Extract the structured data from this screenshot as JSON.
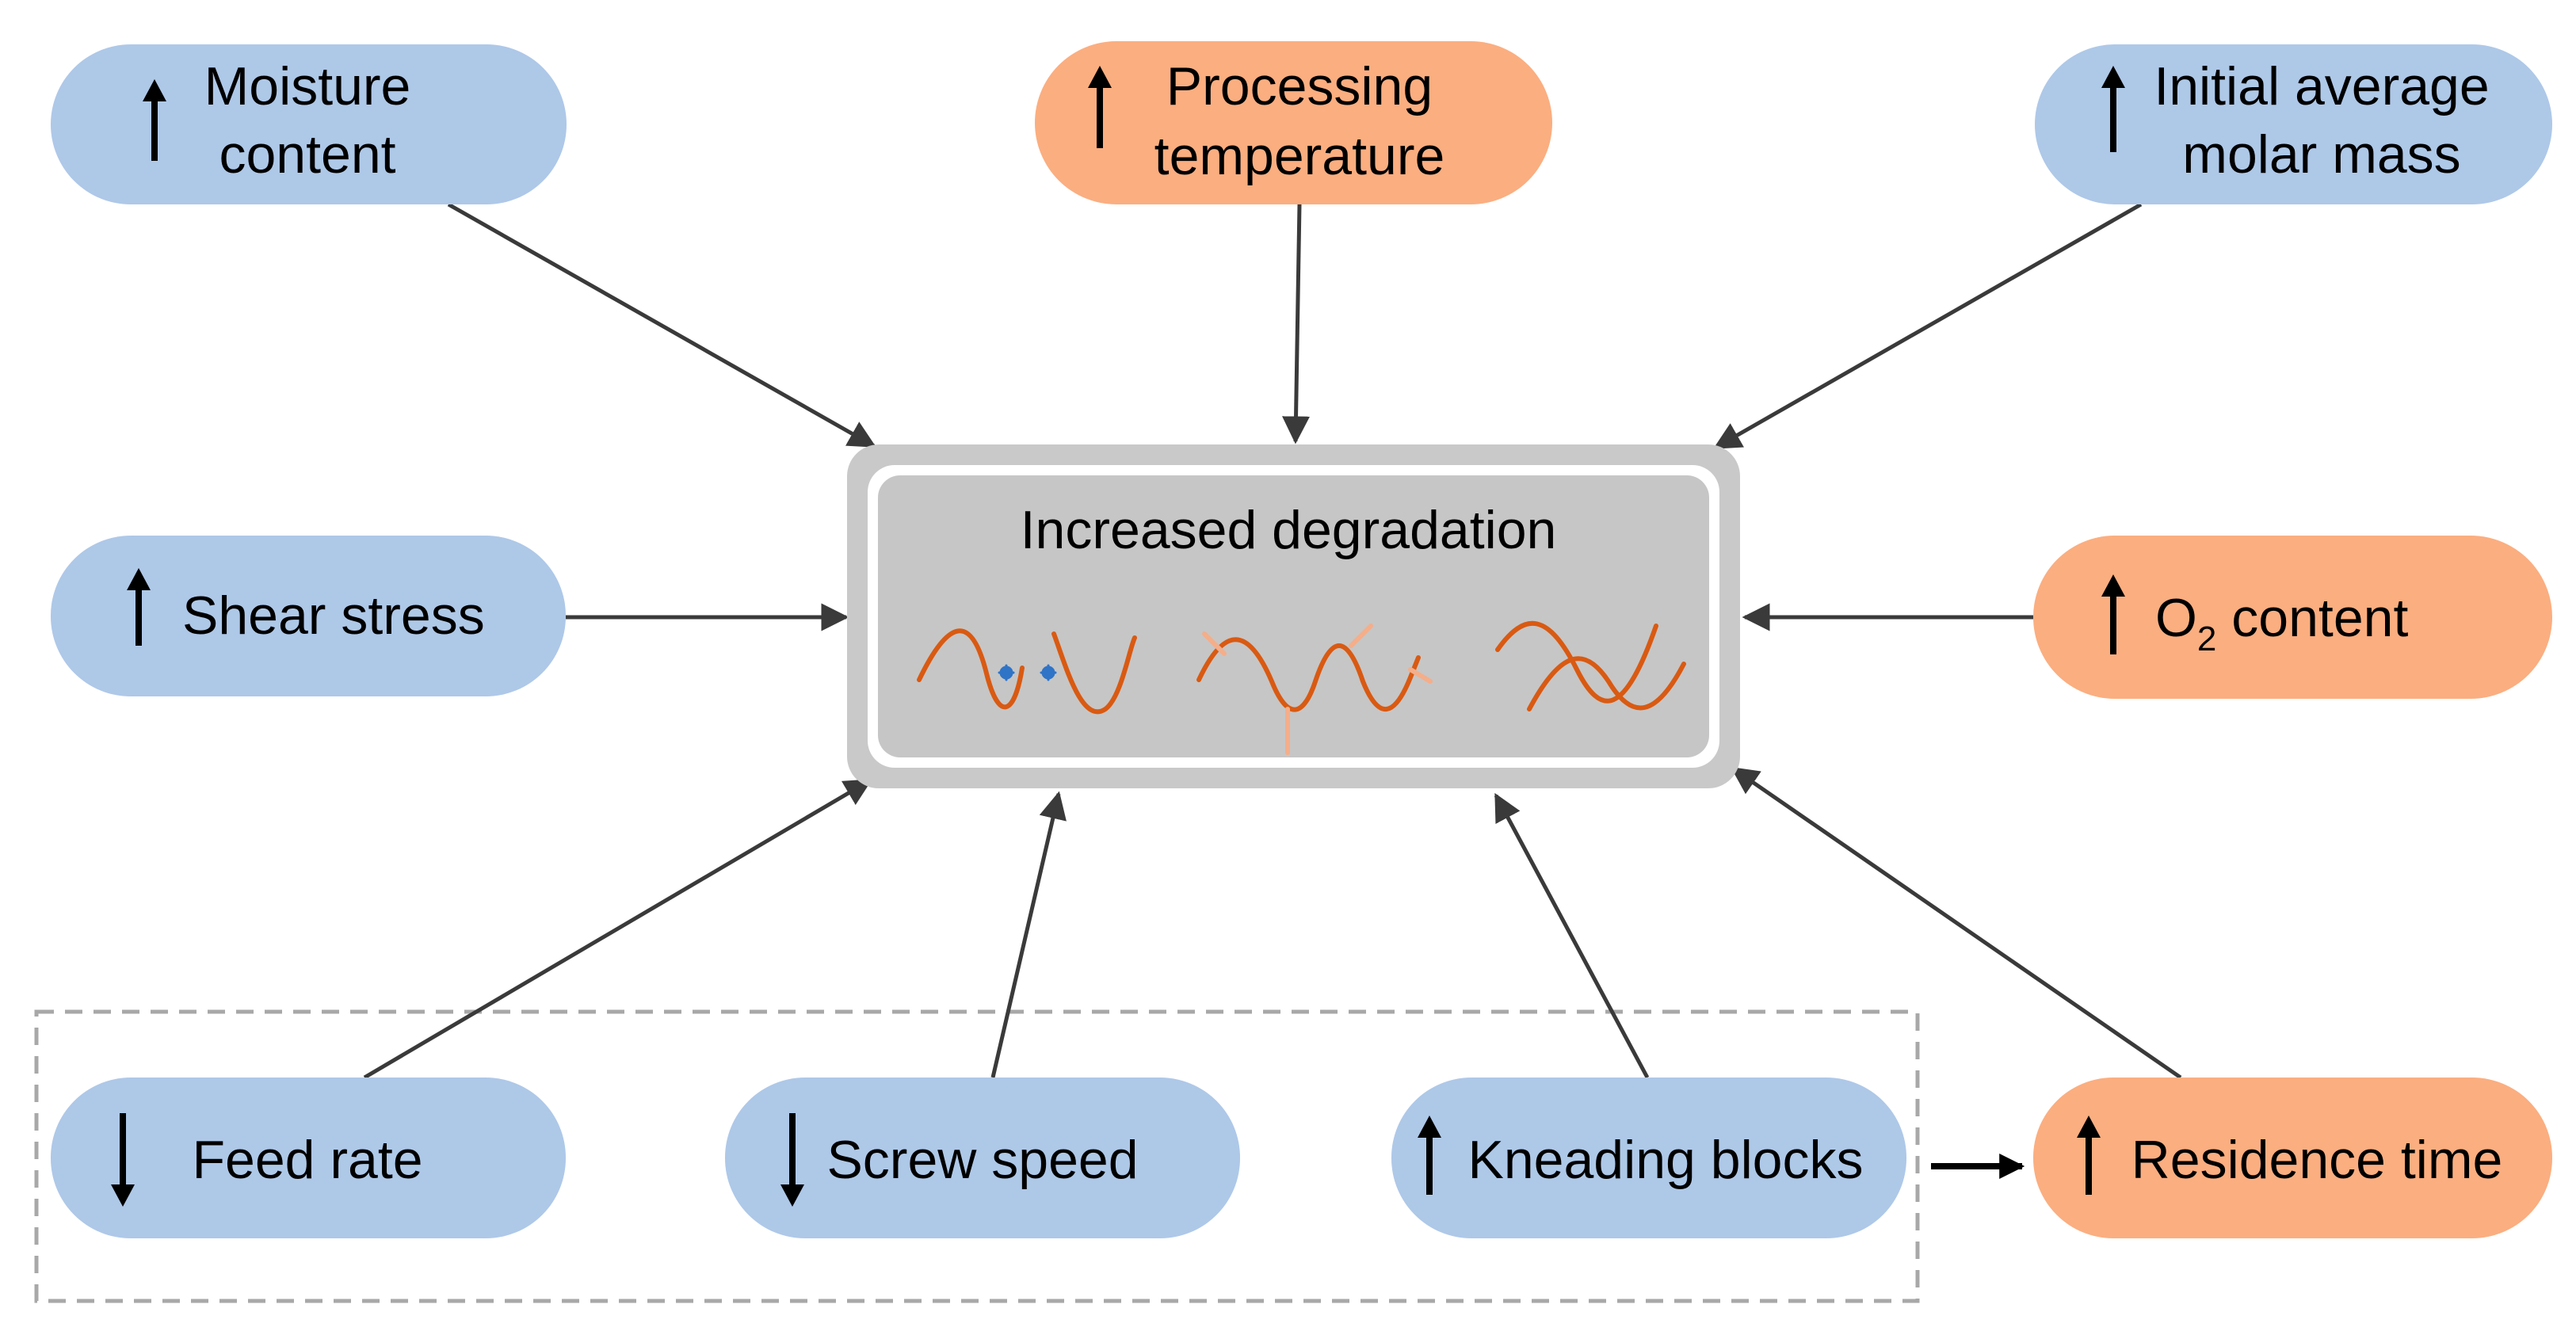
{
  "diagram": {
    "center": {
      "title": "Increased degradation"
    },
    "factors": [
      {
        "id": "moisture",
        "line1": "Moisture",
        "line2": "content",
        "direction": "up",
        "category": "blue"
      },
      {
        "id": "processing-temperature",
        "line1": "Processing",
        "line2": "temperature",
        "direction": "up",
        "category": "orange"
      },
      {
        "id": "initial-molar-mass",
        "line1": "Initial average",
        "line2": "molar mass",
        "direction": "up",
        "category": "blue"
      },
      {
        "id": "shear-stress",
        "line1": "Shear stress",
        "direction": "up",
        "category": "blue"
      },
      {
        "id": "o2-content",
        "line1_main": "O",
        "line1_sub": "2",
        "line1_rest": " content",
        "direction": "up",
        "category": "orange"
      },
      {
        "id": "feed-rate",
        "line1": "Feed rate",
        "direction": "down",
        "category": "blue"
      },
      {
        "id": "screw-speed",
        "line1": "Screw speed",
        "direction": "down",
        "category": "blue"
      },
      {
        "id": "kneading-blocks",
        "line1": "Kneading blocks",
        "direction": "up",
        "category": "blue"
      },
      {
        "id": "residence-time",
        "line1": "Residence time",
        "direction": "up",
        "category": "orange"
      }
    ],
    "colors": {
      "blue_pill": "#aec8e8",
      "orange_pill": "#fbae80",
      "center_outer": "#c9c9c9",
      "center_inner": "#c6c6c6",
      "chain": "#d95a12",
      "chain_light": "#f4ae8a",
      "radical": "#2f74c7",
      "arrow": "#3a3a3a",
      "dashed_box": "#a8a8a8"
    },
    "icons": [
      "arrow-up-icon",
      "arrow-down-icon",
      "polymer-chain-scission-icon",
      "polymer-chain-branching-icon",
      "polymer-chain-crosslinking-icon"
    ]
  }
}
